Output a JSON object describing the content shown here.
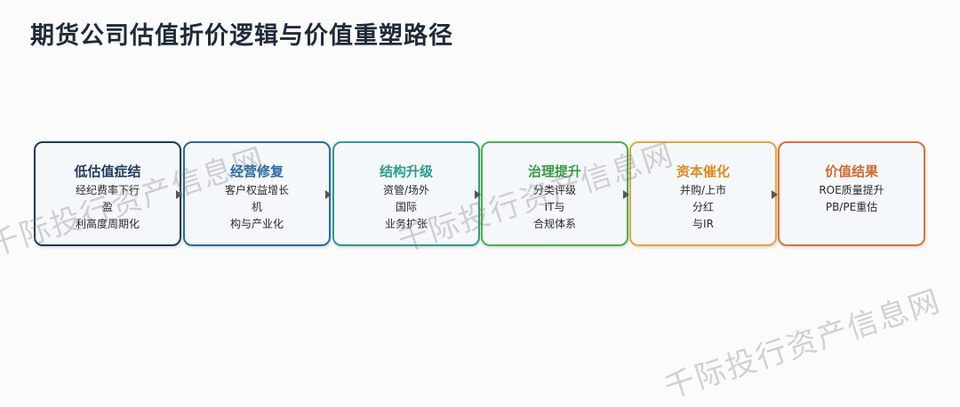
{
  "title": "期货公司估值折价逻辑与价值重塑路径",
  "steps": [
    {
      "title": "低估值症结",
      "desc": "经纪费率下行\n盈\n利高度周期化",
      "color": "#1f3a5c",
      "title_color": "#1f3a5c"
    },
    {
      "title": "经营修复",
      "desc": "客户权益增长\n机\n构与产业化",
      "color": "#2b6aa3",
      "title_color": "#2b6aa3"
    },
    {
      "title": "结构升级",
      "desc": "资管/场外\n国际\n业务扩张",
      "color": "#2a9d8f",
      "title_color": "#2a9d8f"
    },
    {
      "title": "治理提升",
      "desc": "分类评级\nIT与\n合规体系",
      "color": "#4caf50",
      "title_color": "#3a9a44"
    },
    {
      "title": "资本催化",
      "desc": "并购/上市\n分红\n与IR",
      "color": "#e9a53a",
      "title_color": "#e08a1e"
    },
    {
      "title": "价值结果",
      "desc": "ROE质量提升\nPB/PE重估",
      "color": "#d9733a",
      "title_color": "#d2692e"
    }
  ],
  "watermark": {
    "text": "千际投行资产信息网"
  }
}
